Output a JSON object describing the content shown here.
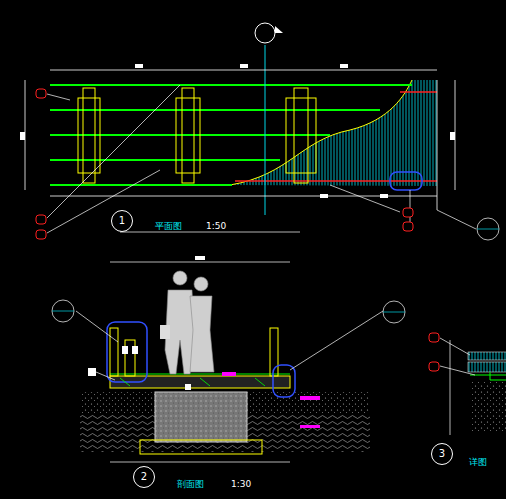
{
  "diagram": {
    "nodes": [
      {
        "text": [
          "1"
        ]
      },
      {
        "text": [
          "2"
        ]
      },
      {
        "text": [
          "3"
        ]
      }
    ],
    "labels": [
      "平面图",
      "1:50",
      "剖面图",
      "1:30",
      "详图"
    ]
  }
}
